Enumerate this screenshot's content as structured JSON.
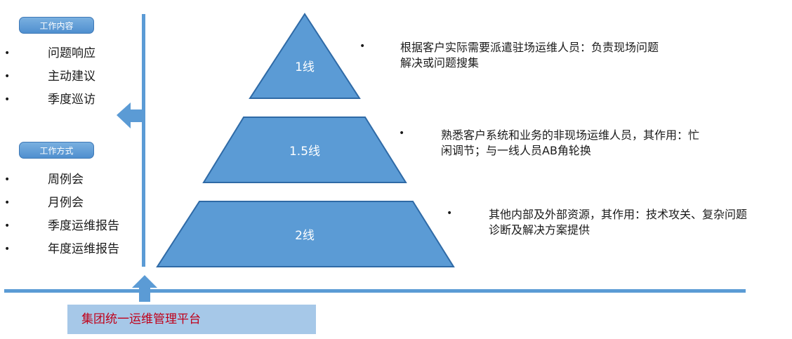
{
  "left_panel": {
    "work_content": {
      "title": "工作内容",
      "items": [
        "问题响应",
        "主动建议",
        "季度巡访"
      ]
    },
    "work_method": {
      "title": "工作方式",
      "items": [
        "周例会",
        "月例会",
        "季度运维报告",
        "年度运维报告"
      ]
    }
  },
  "pyramid": {
    "tiers": [
      {
        "label": "1线",
        "description": [
          "根据客户实际需要派遣驻场运维人员：负责现场问题",
          "解决或问题搜集"
        ]
      },
      {
        "label": "1.5线",
        "description": [
          "熟悉客户系统和业务的非现场运维人员，其作用：忙",
          "闲调节；与一线人员AB角轮换"
        ]
      },
      {
        "label": "2线",
        "description": [
          "其他内部及外部资源，其作用：技术攻关、复杂问题",
          "诊断及解决方案提供"
        ]
      }
    ]
  },
  "bullet_char": "•",
  "platform": {
    "label": "集团统一运维管理平台"
  },
  "colors": {
    "tier_fill": "#5b9bd5",
    "tier_stroke": "#2f6aa6",
    "line": "#5b9bd5",
    "platform_fill": "#a6c8e8",
    "platform_text": "#c0001a"
  }
}
